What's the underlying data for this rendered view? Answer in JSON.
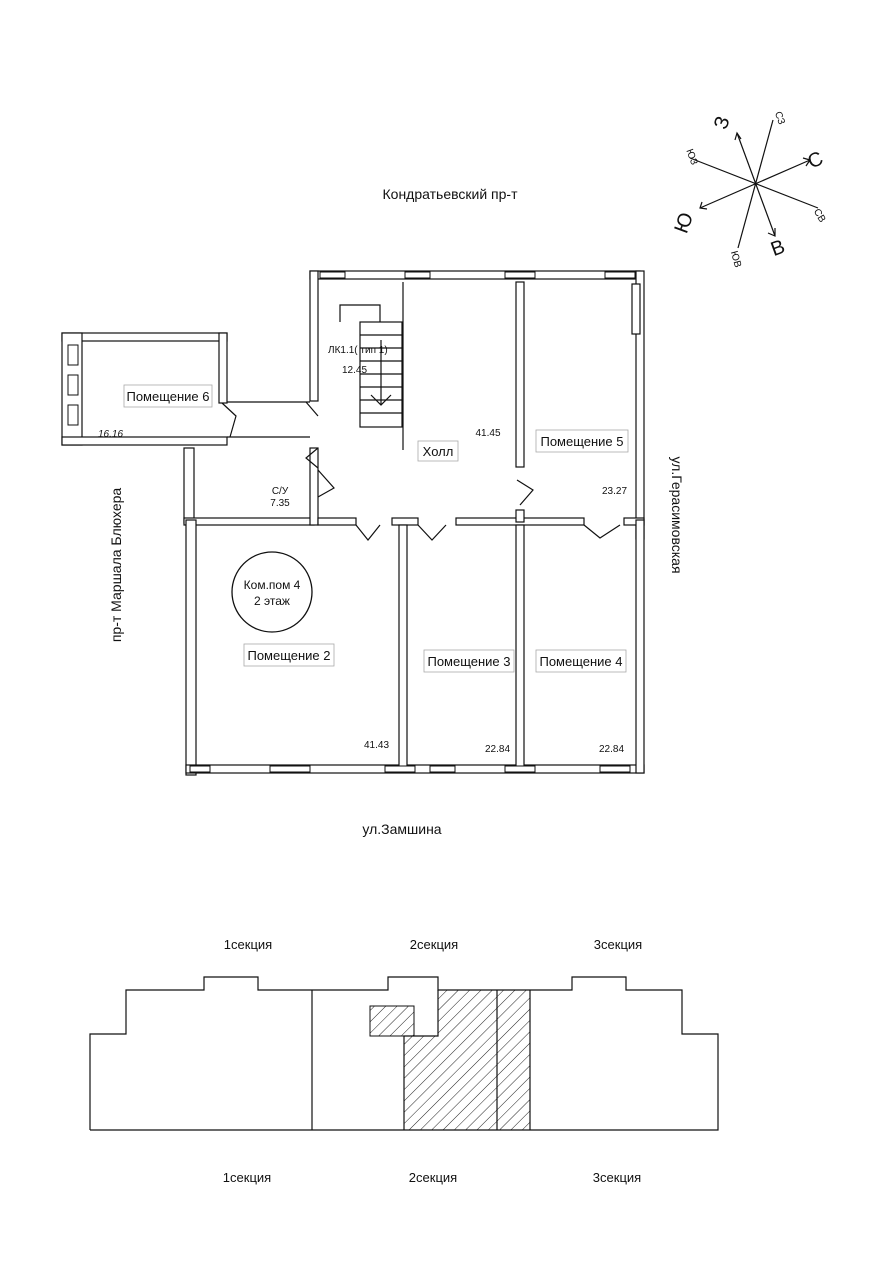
{
  "streets": {
    "north": "Кондратьевский пр-т",
    "south": "ул.Замшина",
    "east": "ул.Герасимовская",
    "west": "пр-т Маршала Блюхера"
  },
  "compass": {
    "n": "С",
    "s": "Ю",
    "e": "В",
    "w": "З",
    "ne": "СВ",
    "nw": "СЗ",
    "se": "ЮВ",
    "sw": "ЮЗ"
  },
  "rooms": {
    "room6": {
      "name": "Помещение 6",
      "area": "16.16"
    },
    "lk": {
      "name": "ЛК1.1( тип 1)",
      "area": "12.45"
    },
    "hall": {
      "name": "Холл",
      "area": "41.45"
    },
    "room5": {
      "name": "Помещение 5",
      "area": "23.27"
    },
    "wc": {
      "name": "С/У",
      "area": "7.35"
    },
    "room2": {
      "name": "Помещение 2",
      "area": "41.43"
    },
    "room3": {
      "name": "Помещение 3",
      "area": "22.84"
    },
    "room4": {
      "name": "Помещение 4",
      "area": "22.84"
    }
  },
  "stamp": {
    "line1": "Ком.пом 4",
    "line2": "2 этаж"
  },
  "sections": {
    "top": [
      "1секция",
      "2секция",
      "3секция"
    ],
    "bottom": [
      "1секция",
      "2секция",
      "3секция"
    ]
  }
}
